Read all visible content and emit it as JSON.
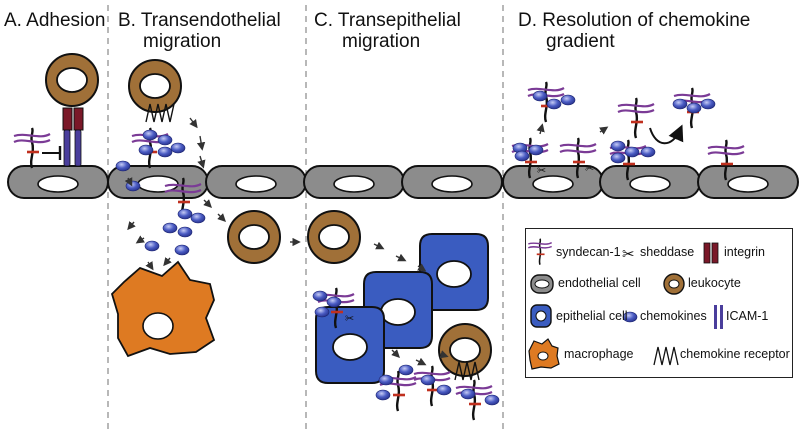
{
  "panels": {
    "a_title": "A. Adhesion",
    "b_title_line1": "B.  Transendothelial",
    "b_title_line2": "migration",
    "c_title_line1": "C.  Transepithelial",
    "c_title_line2": "migration",
    "d_title_line1": "D.  Resolution of chemokine",
    "d_title_line2": "gradient"
  },
  "legend": {
    "syndecan": "syndecan-1",
    "sheddase": "sheddase",
    "integrin": "integrin",
    "endothelial": "endothelial cell",
    "leukocyte": "leukocyte",
    "epithelial": "epithelial cell",
    "chemokines": "chemokines",
    "icam": "ICAM-1",
    "macrophage": "macrophage",
    "receptor": "chemokine receptor"
  },
  "colors": {
    "endothelial_fill": "#8c8c8c",
    "leukocyte_fill": "#a07038",
    "epithelial_fill": "#3a5cc0",
    "macrophage_fill": "#de7a22",
    "integrin_fill": "#7a1828",
    "syndecan_bar": "#7b3b96",
    "syndecan_core": "#111111",
    "syndecan_red": "#c0301e",
    "chemokine_fill": "#3f50b8",
    "icam_fill": "#4a3e9c"
  }
}
